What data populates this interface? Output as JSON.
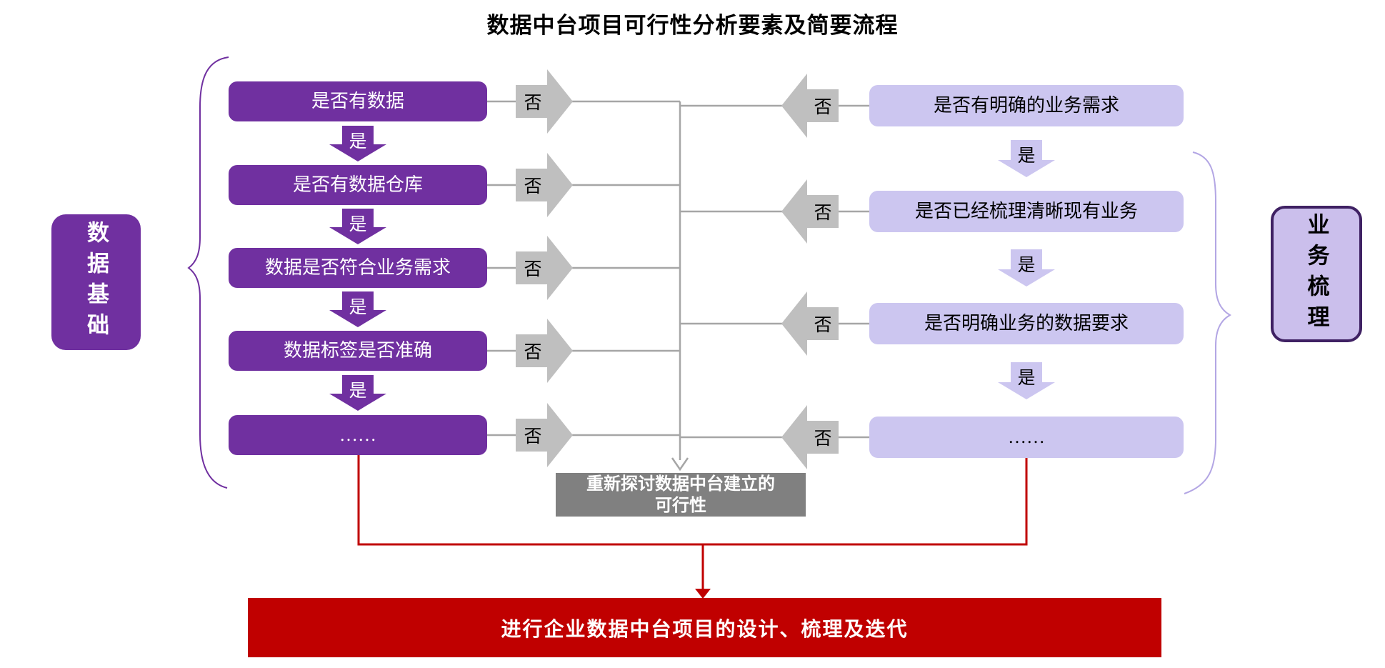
{
  "title": "数据中台项目可行性分析要素及简要流程",
  "labels": {
    "yes": "是",
    "no": "否"
  },
  "left_group": {
    "label": "数据基础",
    "steps": [
      "是否有数据",
      "是否有数据仓库",
      "数据是否符合业务需求",
      "数据标签是否准确",
      "……"
    ]
  },
  "right_group": {
    "label": "业务梳理",
    "steps": [
      "是否有明确的业务需求",
      "是否已经梳理清晰现有业务",
      "是否明确业务的数据要求",
      "……"
    ]
  },
  "center": {
    "fail_label": "重新探讨数据中台建立的可行性"
  },
  "bottom": {
    "success_label": "进行企业数据中台项目的设计、梳理及迭代"
  },
  "colors": {
    "purple": "#7030A0",
    "lavender": "#CCC6F0",
    "group_right_fill": "#CBBFEC",
    "group_right_border": "#3F2163",
    "arrow_gray": "#BFBFBF",
    "line_gray": "#A6A6A6",
    "fail_gray": "#808080",
    "red": "#C00000",
    "brace_left": "#7030A0",
    "brace_right": "#B3A6E4"
  }
}
